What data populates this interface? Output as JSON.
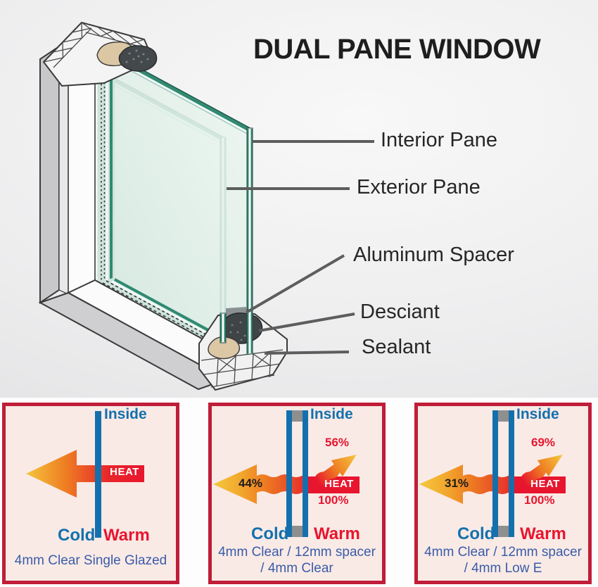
{
  "diagram": {
    "title": "DUAL PANE WINDOW",
    "labels": {
      "interior": "Interior Pane",
      "exterior": "Exterior Pane",
      "spacer": "Aluminum Spacer",
      "desciant": "Desciant",
      "sealant": "Sealant"
    }
  },
  "panels": {
    "items": [
      {
        "inside": "Inside",
        "heat": "HEAT",
        "cold": "Cold",
        "warm": "Warm",
        "caption1": "4mm Clear Single Glazed"
      },
      {
        "inside": "Inside",
        "heat": "HEAT",
        "cold": "Cold",
        "warm": "Warm",
        "pct_reflected": "56%",
        "pct_through": "44%",
        "pct_source": "100%",
        "caption1": "4mm Clear / 12mm spacer",
        "caption2": "/ 4mm Clear"
      },
      {
        "inside": "Inside",
        "heat": "HEAT",
        "cold": "Cold",
        "warm": "Warm",
        "pct_reflected": "69%",
        "pct_through": "31%",
        "pct_source": "100%",
        "caption1": "4mm Clear / 12mm spacer",
        "caption2": "/ 4mm Low E"
      }
    ]
  },
  "colors": {
    "pane_blue": "#1470ad",
    "heat_red": "#e8152e",
    "panel_border": "#c01d38",
    "panel_bg": "#f9eae6",
    "arrow_yellow": "#f5c83e",
    "arrow_orange": "#ee7a22",
    "caption_blue": "#3a5ca8",
    "glass_teal": "#2f8a71",
    "spacer_gray": "#8f8f8f"
  }
}
